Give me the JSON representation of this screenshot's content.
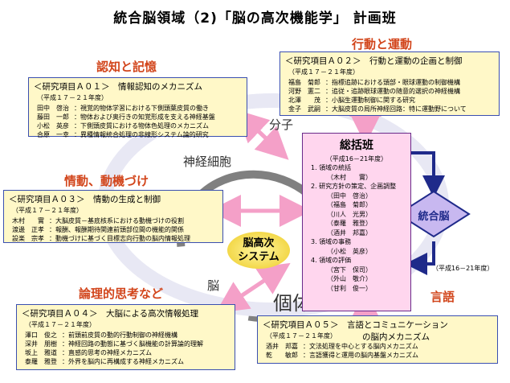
{
  "title": "統合脳領域（2)「脳の高次機能学」 計画班",
  "categories": {
    "cognition": "認知と記憶",
    "motor": "行動と運動",
    "emotion": "情動、動機づけ",
    "logic": "論理的思考など",
    "language": "言語"
  },
  "labels": {
    "molecule": "分子",
    "neuron": "神経細胞",
    "brain": "脳",
    "individual": "個体",
    "integrated": "統合脳",
    "center_line1": "脳高次",
    "center_line2": "システム",
    "period_right": "（平成16－21年度）"
  },
  "boxes": {
    "a01": {
      "header": "＜研究項目Ａ０１＞　情報認知のメカニズム",
      "period": "（平成１７－２１年度）",
      "rows": [
        {
          "name": "田中　啓治",
          "text": "：視覚的物体学習における下側頭葉皮質の働き"
        },
        {
          "name": "藤田　一郎",
          "text": "：物体および奥行きの知覚形成を支える神経基盤"
        },
        {
          "name": "小松　英彦",
          "text": "：下側頭皮質における物体色処理のメカニズム"
        },
        {
          "name": "合原　一幸",
          "text": "：異種情報統合処理の非線形システム論的研究"
        }
      ]
    },
    "a02": {
      "header": "＜研究項目Ａ０２＞　行動と運動の企画と制御",
      "period": "（平成１７－２１年度）",
      "rows": [
        {
          "name": "福島　菊郎",
          "text": "：指標追跡における頭部・眼球運動の制御機構"
        },
        {
          "name": "河野　憲二",
          "text": "：追従・追跡眼球運動の随意的選択の神経機構"
        },
        {
          "name": "北澤　　茂",
          "text": "：小脳生運動制御に関する研究"
        },
        {
          "name": "金子　武嗣",
          "text": "：大脳皮質の局所神経回路：特に運動野について"
        }
      ]
    },
    "a03": {
      "header": "＜研究項目Ａ０３＞　情動の生成と制御",
      "period": "（平成１７－２１年度）",
      "rows": [
        {
          "name": "木村　　實",
          "text": "：大脳皮質－基底核系における動機づけの役割"
        },
        {
          "name": "渡邊　正孝",
          "text": "：報酬、報酬期待関連前頭部位間の機能的関係"
        },
        {
          "name": "設楽　宗孝",
          "text": "：動機づけに基づく目標志向行動の脳内情報処理"
        }
      ]
    },
    "a04": {
      "header": "＜研究項目Ａ０４＞　大脳による高次情報処理",
      "period": "（平成１７－２１年度）",
      "rows": [
        {
          "name": "澤口　俊之",
          "text": "：前頭前皮質の動的行動制御の神経機構"
        },
        {
          "name": "深井　朋樹",
          "text": "：神経回路の動態に基づく脳機能の計算論的理解"
        },
        {
          "name": "坂上　雅道",
          "text": "：直感的思考の神経メカニズム"
        },
        {
          "name": "泰羅　雅登",
          "text": "：外界を脳内に再構成する神経メカニズム"
        }
      ]
    },
    "a05": {
      "header": "＜研究項目Ａ０５＞　言語とコミュニケーション",
      "header2": "の脳内メカニズム",
      "period": "（平成１７－２１年度）",
      "rows": [
        {
          "name": "酒井　邦嘉",
          "text": "：文法処理を中心とする脳内メカニズム"
        },
        {
          "name": "乾　　敏郎",
          "text": "：言語獲得と運用の脳内基盤メカニズム"
        }
      ]
    }
  },
  "headquarters": {
    "title": "総括班",
    "period": "（平成16－21年度）",
    "lines": [
      {
        "text": "1. 領域の統括",
        "indent": false
      },
      {
        "text": "（木村　　實）",
        "indent": true
      },
      {
        "text": "2. 研究方針の策定、企画調整",
        "indent": false
      },
      {
        "text": "（田中　啓治）",
        "indent": true
      },
      {
        "text": "（福島　菊郎）",
        "indent": true
      },
      {
        "text": "（川人　光男）",
        "indent": true
      },
      {
        "text": "（泰羅　雅登）",
        "indent": true
      },
      {
        "text": "（酒井　邦嘉）",
        "indent": true
      },
      {
        "text": "3. 領域の事務",
        "indent": false
      },
      {
        "text": "（小松　英彦）",
        "indent": true
      },
      {
        "text": "4. 領域の評価",
        "indent": false
      },
      {
        "text": "（宮下　保司）",
        "indent": true
      },
      {
        "text": "（外山　敬介）",
        "indent": true
      },
      {
        "text": "（甘利　俊一）",
        "indent": true
      }
    ]
  },
  "colors": {
    "category": "#d2451b",
    "box_fill": "#fff8c8",
    "box_border": "#3a4fb0",
    "arrow_pink": "#f4a0c8",
    "ring": "#808080",
    "hq_fill": "#ffd6ee",
    "navy": "#1f2a8a",
    "diamond": "#c8b8f0"
  }
}
